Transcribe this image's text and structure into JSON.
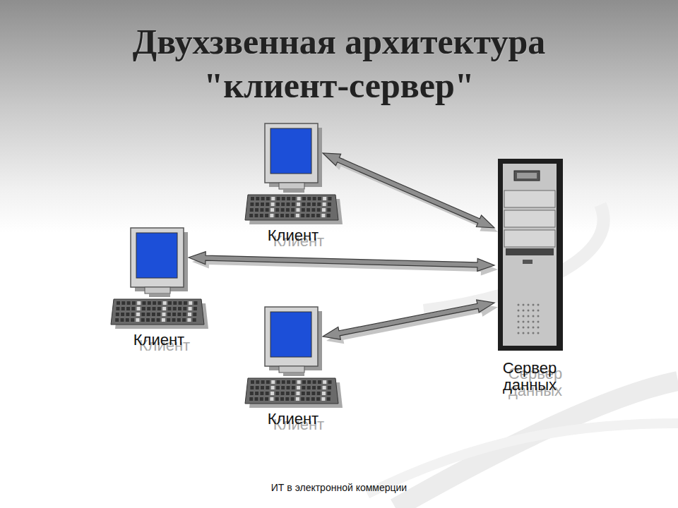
{
  "diagram": {
    "title": "Двухзвенная архитектура \"клиент-сервер\"",
    "caption": "ИТ в электронной коммерции",
    "nodes": [
      {
        "text": [
          "Клиент"
        ]
      },
      {
        "text": [
          "Клиент"
        ]
      },
      {
        "text": [
          "Клиент"
        ]
      },
      {
        "text": [
          "Сервер данных"
        ]
      }
    ],
    "edges": [
      {
        "from": 0,
        "to": 3,
        "arrow": "both"
      },
      {
        "from": 1,
        "to": 3,
        "arrow": "both"
      },
      {
        "from": 2,
        "to": 3,
        "arrow": "both"
      }
    ]
  }
}
